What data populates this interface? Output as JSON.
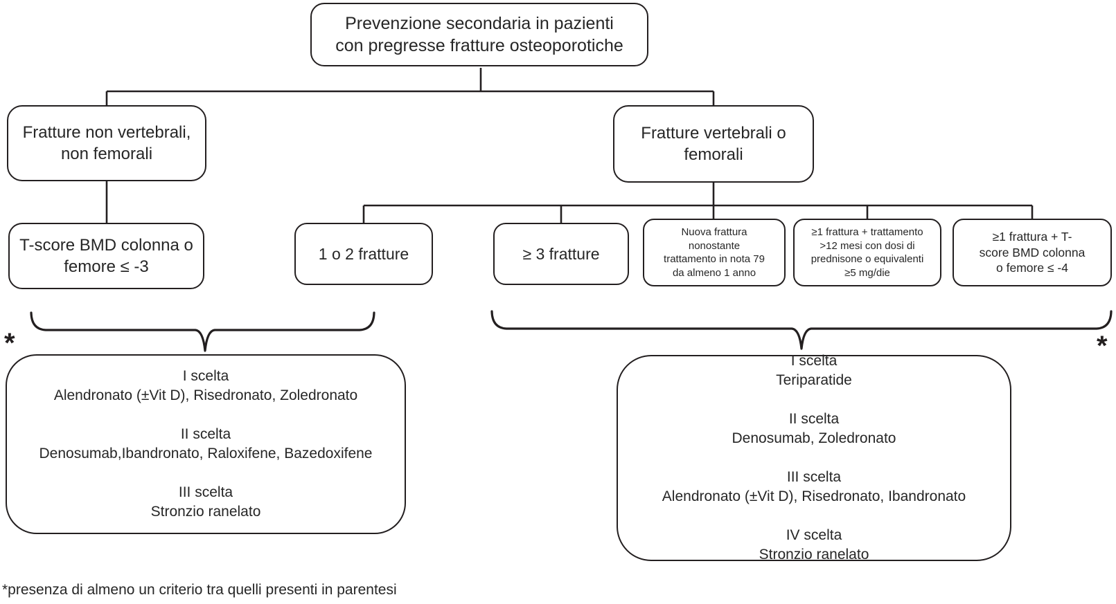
{
  "colors": {
    "line": "#231f20",
    "text": "#262626",
    "background": "#ffffff"
  },
  "diagram": {
    "title_box": "Prevenzione secondaria in pazienti\ncon pregresse fratture osteoporotiche",
    "branch_left": {
      "label": "Fratture non vertebrali,\nnon femorali",
      "criterion": "T-score BMD colonna o\nfemore ≤ -3",
      "treatment": "I scelta\nAlendronato (±Vit D), Risedronato, Zoledronato\n\nII scelta\nDenosumab,Ibandronato, Raloxifene, Bazedoxifene\n\nIII scelta\nStronzio ranelato"
    },
    "branch_right": {
      "label": "Fratture vertebrali o\nfemorali",
      "criteria": [
        "1 o 2 fratture",
        "≥ 3 fratture",
        "Nuova frattura\nnonostante\ntrattamento in nota 79\nda almeno 1 anno",
        "≥1 frattura + trattamento\n>12 mesi con dosi di\nprednisone o equivalenti\n≥5 mg/die",
        "≥1 frattura + T-\nscore BMD colonna\no femore ≤ -4"
      ],
      "treatment": "I scelta\nTeriparatide\n\nII scelta\nDenosumab, Zoledronato\n\nIII scelta\nAlendronato (±Vit D), Risedronato, Ibandronato\n\nIV scelta\nStronzio ranelato"
    },
    "asterisk_left": "*",
    "asterisk_right": "*",
    "footnote": "*presenza di almeno un criterio tra quelli presenti in parentesi"
  }
}
